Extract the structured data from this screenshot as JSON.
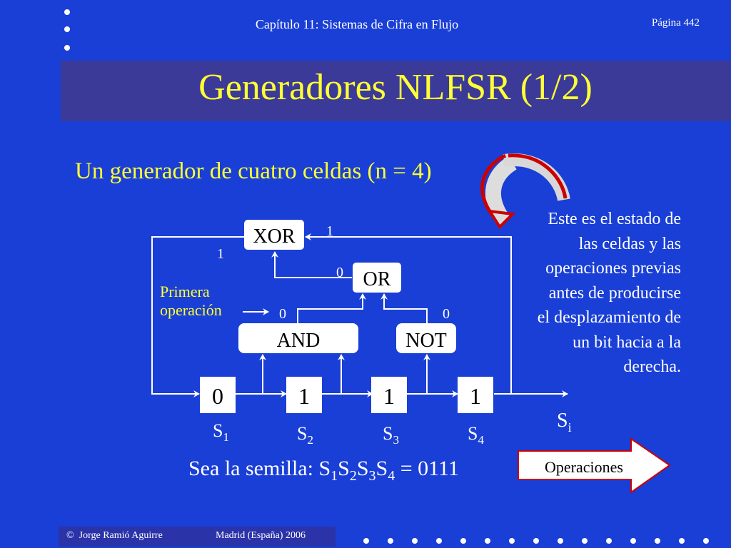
{
  "header": {
    "chapter": "Capítulo 11: Sistemas de Cifra en Flujo",
    "page": "Página 442"
  },
  "title": "Generadores NLFSR (1/2)",
  "subtitle": "Un generador de cuatro celdas (n = 4)",
  "diagram": {
    "gates": {
      "xor": "XOR",
      "or": "OR",
      "and": "AND",
      "not": "NOT"
    },
    "wire_values": {
      "xor_out": "1",
      "feedback": "1",
      "or_out": "0",
      "and_out": "0",
      "not_out": "0"
    },
    "first_op_label_line1": "Primera",
    "first_op_label_line2": "operación",
    "cells": [
      "0",
      "1",
      "1",
      "1"
    ],
    "cell_labels": [
      {
        "base": "S",
        "sub": "1"
      },
      {
        "base": "S",
        "sub": "2"
      },
      {
        "base": "S",
        "sub": "3"
      },
      {
        "base": "S",
        "sub": "4"
      }
    ],
    "output_label": {
      "base": "S",
      "sub": "i"
    }
  },
  "side_note": "Este es el estado de las celdas y las operaciones previas antes de producirse el desplazamiento de un bit hacia a la derecha.",
  "seed": {
    "prefix": "Sea la semilla: ",
    "s": "S",
    "subs": [
      "1",
      "2",
      "3",
      "4"
    ],
    "suffix": " = 0111"
  },
  "operations_button": "Operaciones",
  "footer": {
    "copyright": "©",
    "author": "Jorge Ramió Aguirre",
    "place": "Madrid (España) 2006"
  },
  "colors": {
    "background": "#1a3fd6",
    "title_band": "#3b3a99",
    "title_text": "#ffff33",
    "side_text": "#ffffff",
    "red_arrow": "#cc0000"
  }
}
